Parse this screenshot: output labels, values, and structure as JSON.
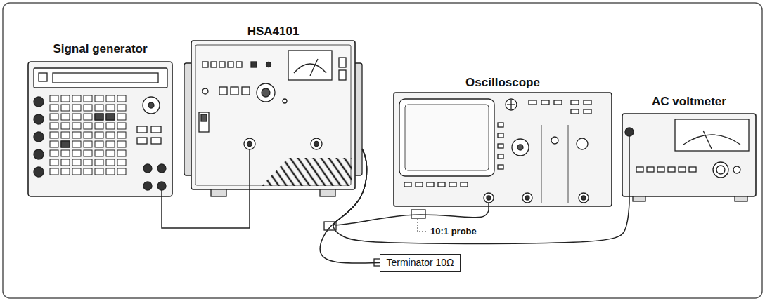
{
  "diagram": {
    "nodes": [
      {
        "text": [
          "Signal generator"
        ]
      },
      {
        "text": [
          "HSA4101"
        ]
      },
      {
        "text": [
          "Oscilloscope"
        ]
      },
      {
        "text": [
          "AC voltmeter"
        ]
      },
      {
        "text": [
          "Terminator 10Ω"
        ]
      }
    ],
    "edges": [
      {
        "from": 0,
        "to": 1,
        "arrow": "none"
      },
      {
        "from": 1,
        "to": 4,
        "arrow": "none"
      },
      {
        "from": 1,
        "to": 2,
        "arrow": "none"
      },
      {
        "from": 1,
        "to": 3,
        "arrow": "none"
      }
    ],
    "labels": [
      "10:1 probe"
    ]
  }
}
